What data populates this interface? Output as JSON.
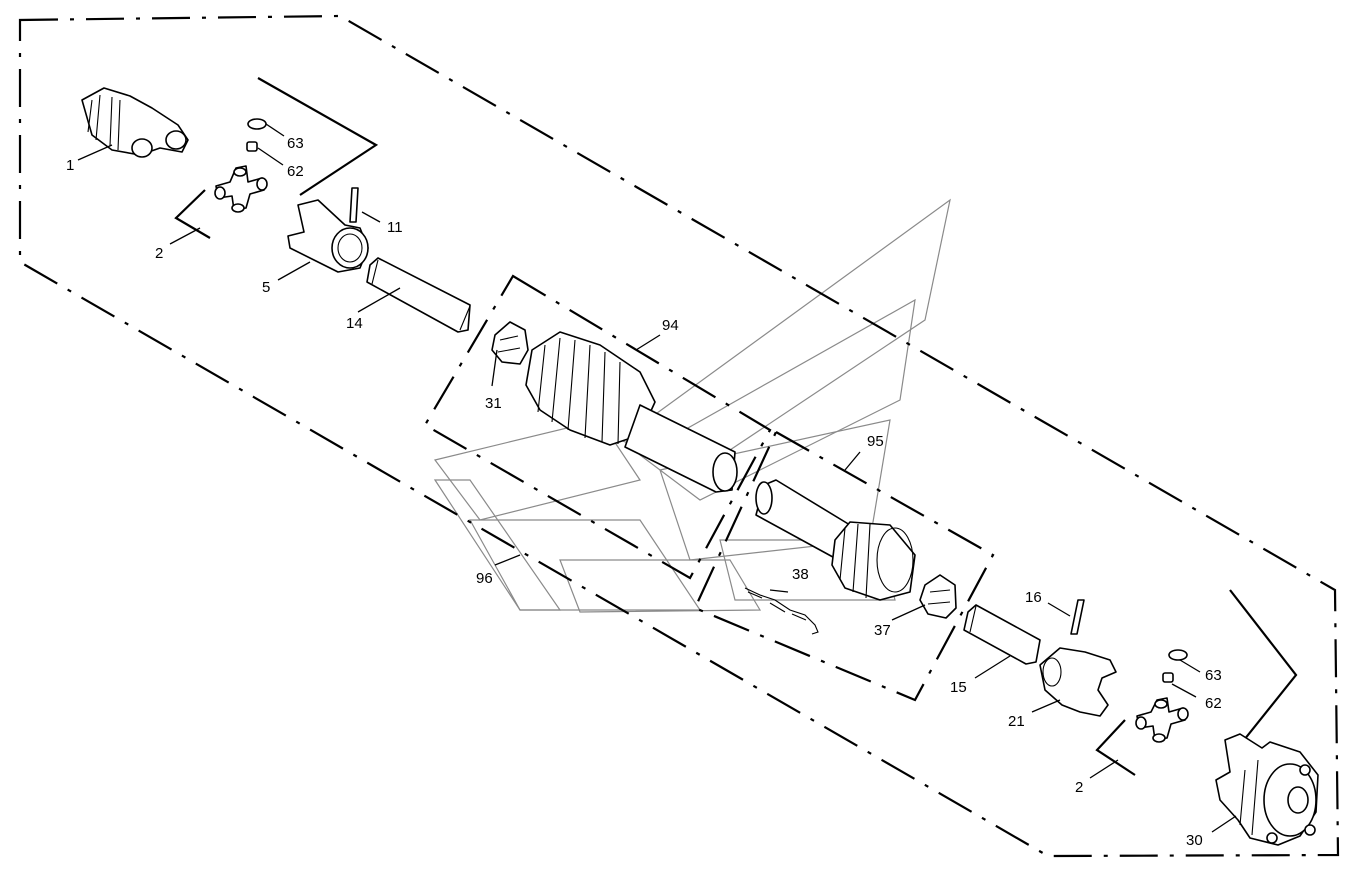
{
  "labels": {
    "p1": "1",
    "p2a": "2",
    "p2b": "2",
    "p5": "5",
    "p11": "11",
    "p14": "14",
    "p15": "15",
    "p16": "16",
    "p21": "21",
    "p30": "30",
    "p31": "31",
    "p37": "37",
    "p38": "38",
    "p62a": "62",
    "p62b": "62",
    "p63a": "63",
    "p63b": "63",
    "p94": "94",
    "p95": "95",
    "p96": "96"
  }
}
